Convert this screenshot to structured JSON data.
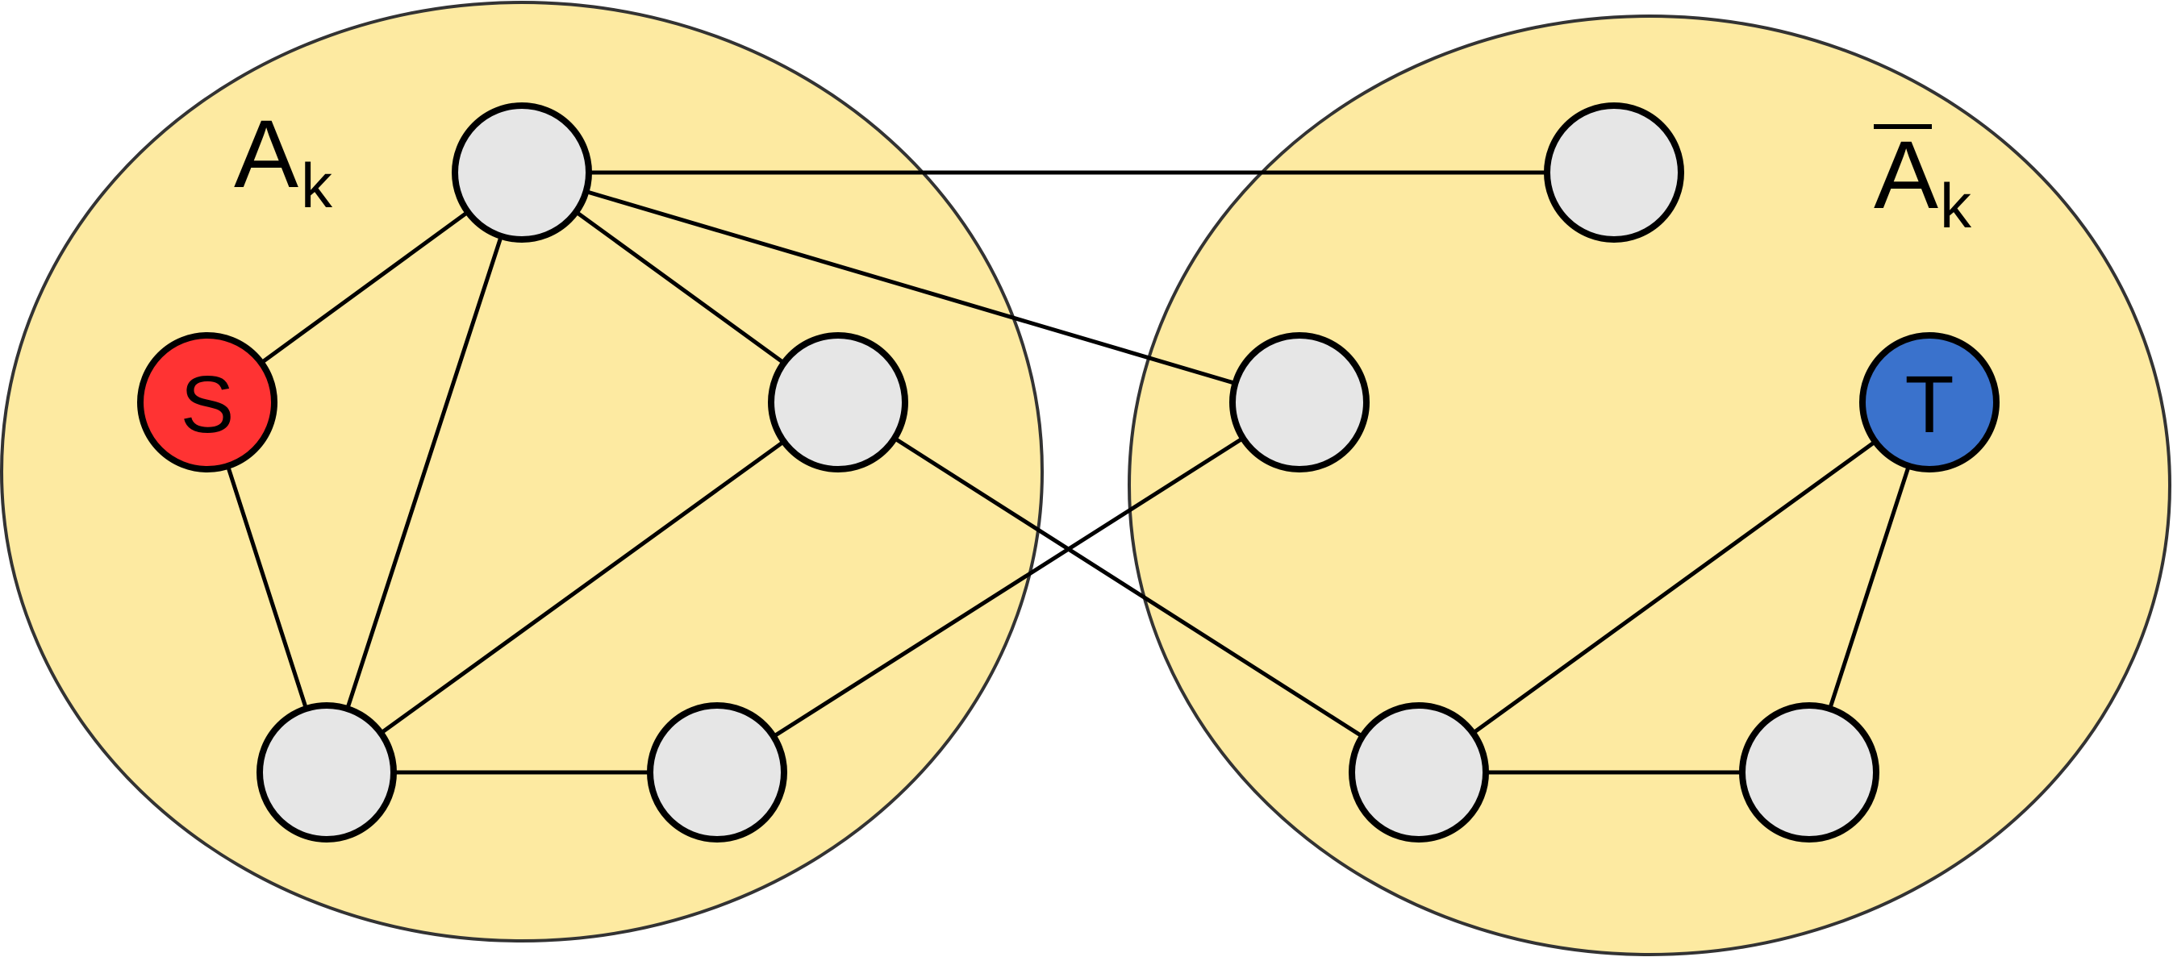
{
  "sets": [
    {
      "id": "A",
      "label": "A",
      "subscript": "k",
      "overline": false
    },
    {
      "id": "Abar",
      "label": "A",
      "subscript": "k",
      "overline": true
    }
  ],
  "colors": {
    "region_fill": "#fde99c",
    "region_stroke": "#333333",
    "node_default": "#e6e6e6",
    "source": "#ff3333",
    "sink": "#3a72cc",
    "edge": "#000000"
  },
  "nodes": [
    {
      "id": "a1",
      "label": ""
    },
    {
      "id": "s",
      "label": "S"
    },
    {
      "id": "a2",
      "label": ""
    },
    {
      "id": "a3",
      "label": ""
    },
    {
      "id": "a4",
      "label": ""
    },
    {
      "id": "b1",
      "label": ""
    },
    {
      "id": "b2",
      "label": ""
    },
    {
      "id": "t",
      "label": "T"
    },
    {
      "id": "b3",
      "label": ""
    },
    {
      "id": "b4",
      "label": ""
    }
  ],
  "edges": [
    [
      "a1",
      "s"
    ],
    [
      "a1",
      "a3"
    ],
    [
      "a1",
      "a2"
    ],
    [
      "a1",
      "b1"
    ],
    [
      "a1",
      "b2"
    ],
    [
      "s",
      "a3"
    ],
    [
      "a2",
      "a3"
    ],
    [
      "a2",
      "b3"
    ],
    [
      "a3",
      "a4"
    ],
    [
      "a4",
      "b2"
    ],
    [
      "b3",
      "b4"
    ],
    [
      "b3",
      "t"
    ],
    [
      "b4",
      "t"
    ]
  ]
}
